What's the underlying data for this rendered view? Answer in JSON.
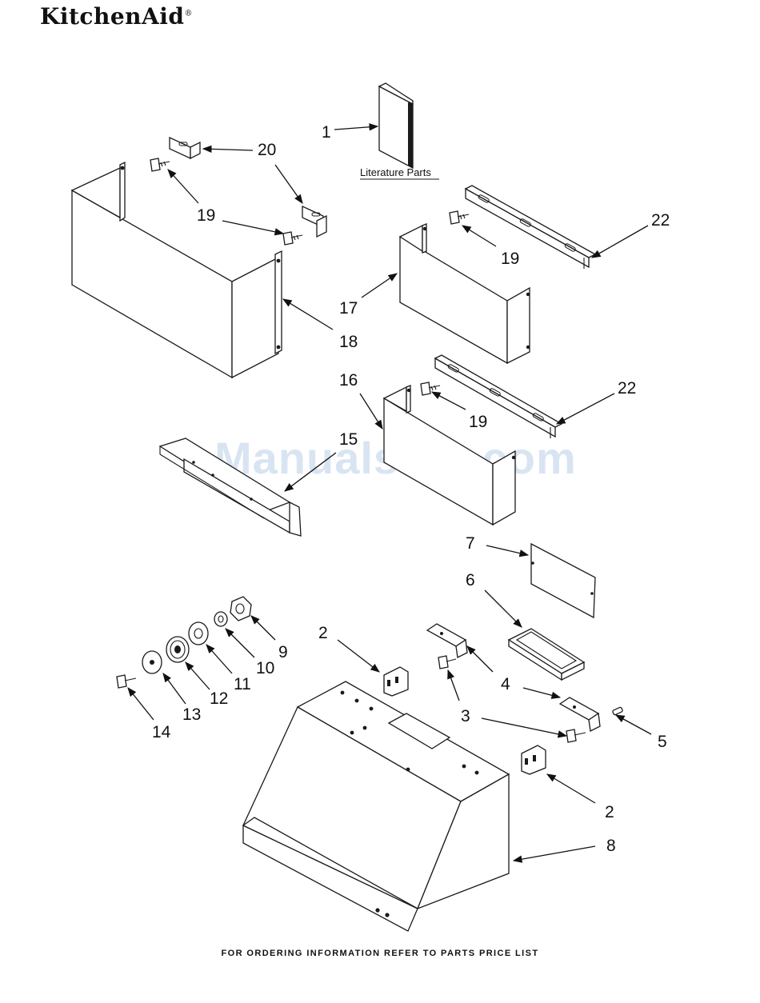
{
  "header": {
    "brand": "KitchenAid",
    "brand_mark": "®"
  },
  "watermark": "ManualsLib.com",
  "footer": "FOR ORDERING INFORMATION REFER TO PARTS PRICE LIST",
  "literature_label": "Literature Parts",
  "callouts": {
    "c1": "1",
    "c2a": "2",
    "c2b": "2",
    "c3": "3",
    "c4": "4",
    "c5": "5",
    "c6": "6",
    "c7": "7",
    "c8": "8",
    "c9": "9",
    "c10": "10",
    "c11": "11",
    "c12": "12",
    "c13": "13",
    "c14": "14",
    "c15": "15",
    "c16": "16",
    "c17": "17",
    "c18": "18",
    "c19a": "19",
    "c19b": "19",
    "c19c": "19",
    "c20": "20",
    "c22a": "22",
    "c22b": "22"
  }
}
